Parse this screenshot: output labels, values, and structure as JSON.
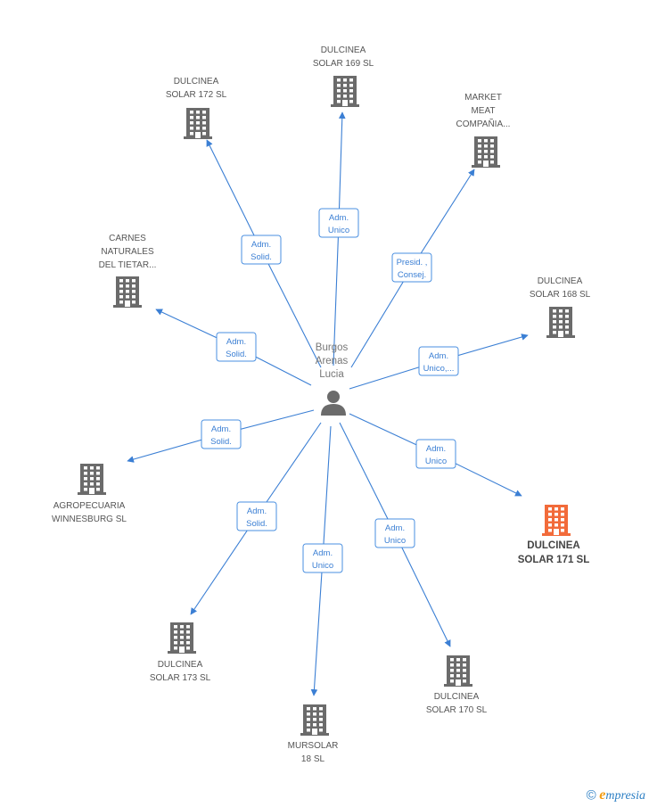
{
  "center": {
    "name_lines": [
      "Burgos",
      "Arenas",
      "Lucia"
    ],
    "icon": "person-icon"
  },
  "companies": [
    {
      "id": "dulcinea-169",
      "lines": [
        "DULCINEA",
        "SOLAR 169 SL"
      ],
      "highlight": false
    },
    {
      "id": "dulcinea-172",
      "lines": [
        "DULCINEA",
        "SOLAR 172 SL"
      ],
      "highlight": false
    },
    {
      "id": "market-meat",
      "lines": [
        "MARKET",
        "MEAT",
        "COMPAÑIA..."
      ],
      "highlight": false
    },
    {
      "id": "carnes-naturales",
      "lines": [
        "CARNES",
        "NATURALES",
        "DEL TIETAR..."
      ],
      "highlight": false
    },
    {
      "id": "dulcinea-168",
      "lines": [
        "DULCINEA",
        "SOLAR 168 SL"
      ],
      "highlight": false
    },
    {
      "id": "agropecuaria",
      "lines": [
        "AGROPECUARIA",
        "WINNESBURG SL"
      ],
      "highlight": false
    },
    {
      "id": "dulcinea-171",
      "lines": [
        "DULCINEA",
        "SOLAR 171 SL"
      ],
      "highlight": true
    },
    {
      "id": "dulcinea-173",
      "lines": [
        "DULCINEA",
        "SOLAR 173 SL"
      ],
      "highlight": false
    },
    {
      "id": "dulcinea-170",
      "lines": [
        "DULCINEA",
        "SOLAR 170 SL"
      ],
      "highlight": false
    },
    {
      "id": "mursolar-18",
      "lines": [
        "MURSOLAR",
        "18 SL"
      ],
      "highlight": false
    }
  ],
  "relations": [
    {
      "target": "dulcinea-169",
      "lines": [
        "Adm.",
        "Unico"
      ]
    },
    {
      "target": "dulcinea-172",
      "lines": [
        "Adm.",
        "Solid."
      ]
    },
    {
      "target": "market-meat",
      "lines": [
        "Presid. ,",
        "Consej."
      ]
    },
    {
      "target": "carnes-naturales",
      "lines": [
        "Adm.",
        "Solid."
      ]
    },
    {
      "target": "dulcinea-168",
      "lines": [
        "Adm.",
        "Unico,..."
      ]
    },
    {
      "target": "agropecuaria",
      "lines": [
        "Adm.",
        "Solid."
      ]
    },
    {
      "target": "dulcinea-171",
      "lines": [
        "Adm.",
        "Unico"
      ]
    },
    {
      "target": "dulcinea-173",
      "lines": [
        "Adm.",
        "Solid."
      ]
    },
    {
      "target": "mursolar-18",
      "lines": [
        "Adm.",
        "Unico"
      ]
    },
    {
      "target": "dulcinea-170",
      "lines": [
        "Adm.",
        "Unico"
      ]
    }
  ],
  "colors": {
    "edge": "#3b7fd4",
    "building": "#6b6b6b",
    "building_highlight": "#f26b3a",
    "person": "#6b6b6b"
  },
  "footer": {
    "copyright": "©",
    "brand_first": "e",
    "brand_rest": "mpresia"
  }
}
